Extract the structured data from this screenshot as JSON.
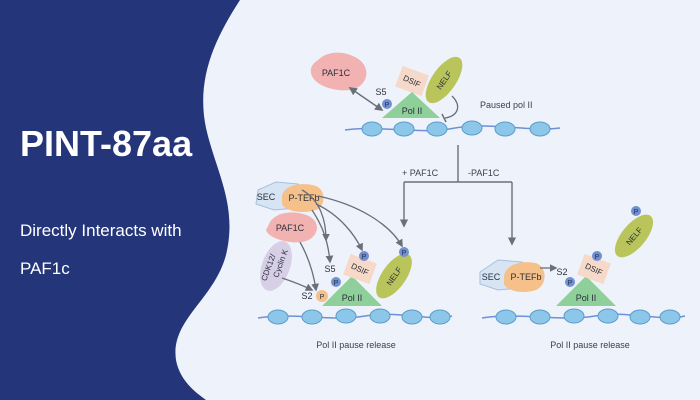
{
  "title": "PINT-87aa",
  "subtitle_line1": "Directly Interacts with",
  "subtitle_line2": "PAF1c",
  "labels": {
    "paf1c": "PAF1C",
    "dsif": "DSIF",
    "nelf": "NELF",
    "pol2": "Pol II",
    "p": "P",
    "s5": "S5",
    "s2": "S2",
    "sec": "SEC",
    "ptefb": "P-TEFb",
    "cdk12": "CDK12/",
    "cyclink": "Cyclin K",
    "paused": "Paused pol II",
    "plus_paf1c": "+ PAF1C",
    "minus_paf1c": "-PAF1C",
    "release_left": "Pol II pause release",
    "release_right": "Pol II pause release"
  },
  "colors": {
    "panel": "#243579",
    "background": "#eef3fb",
    "paf1c": "#f3b2b2",
    "dsif": "#f6d9c8",
    "nelf": "#b9c55a",
    "pol2": "#8fcf9a",
    "phospho": "#6f8fd6",
    "nucleosome": "#8cc7ea",
    "ptefb": "#f5c08a",
    "sec": "#d7e4f4",
    "cdk12": "#d7cfe6",
    "arrow": "#6b6f78"
  }
}
